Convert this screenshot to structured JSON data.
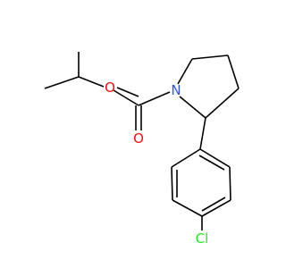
{
  "atoms": {
    "oxygen_ether": {
      "symbol": "O",
      "color": "#ff0d0d"
    },
    "nitrogen": {
      "symbol": "N",
      "color": "#3050f8"
    },
    "oxygen_carbonyl": {
      "symbol": "O",
      "color": "#ff0d0d"
    },
    "chlorine": {
      "symbol": "Cl",
      "color": "#1ff01f"
    }
  },
  "bond_color": "#000000",
  "background": "#ffffff"
}
